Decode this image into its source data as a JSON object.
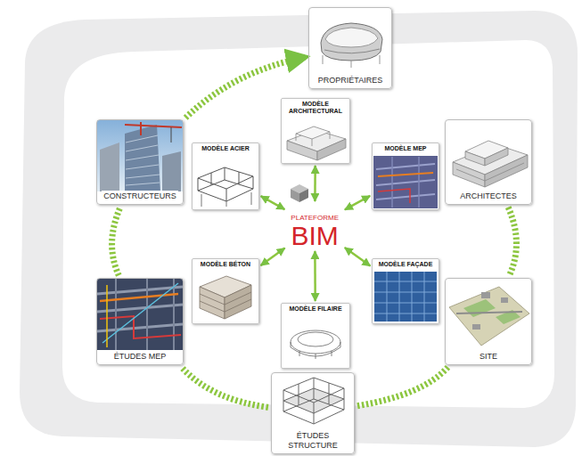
{
  "diagram": {
    "nodes": [
      {
        "text": [
          "PROPRIÉTAIRES"
        ]
      },
      {
        "text": [
          "MODÈLE ARCHITECTURAL"
        ]
      },
      {
        "text": [
          "CONSTRUCTEURS"
        ]
      },
      {
        "text": [
          "ARCHITECTES"
        ]
      },
      {
        "text": [
          "MODÈLE ACIER"
        ]
      },
      {
        "text": [
          "MODÈLE MEP"
        ]
      },
      {
        "text": [
          "PLATEFORME",
          "BIM"
        ]
      },
      {
        "text": [
          "MODÈLE BÉTON"
        ]
      },
      {
        "text": [
          "MODÈLE FAÇADE"
        ]
      },
      {
        "text": [
          "ÉTUDES MEP"
        ]
      },
      {
        "text": [
          "SITE"
        ]
      },
      {
        "text": [
          "MODÈLE FILAIRE"
        ]
      },
      {
        "text": [
          "ÉTUDES STRUCTURE"
        ]
      }
    ],
    "edges": [
      {
        "from": 6,
        "to": 1,
        "arrow": "both"
      },
      {
        "from": 6,
        "to": 4,
        "arrow": "both"
      },
      {
        "from": 6,
        "to": 5,
        "arrow": "both"
      },
      {
        "from": 6,
        "to": 7,
        "arrow": "both"
      },
      {
        "from": 6,
        "to": 8,
        "arrow": "both"
      },
      {
        "from": 6,
        "to": 11,
        "arrow": "both"
      },
      {
        "from": 3,
        "to": 10,
        "arrow": "none"
      },
      {
        "from": 10,
        "to": 12,
        "arrow": "none"
      },
      {
        "from": 12,
        "to": 9,
        "arrow": "none"
      },
      {
        "from": 9,
        "to": 2,
        "arrow": "none"
      },
      {
        "from": 2,
        "to": 0,
        "arrow": "to"
      }
    ]
  }
}
